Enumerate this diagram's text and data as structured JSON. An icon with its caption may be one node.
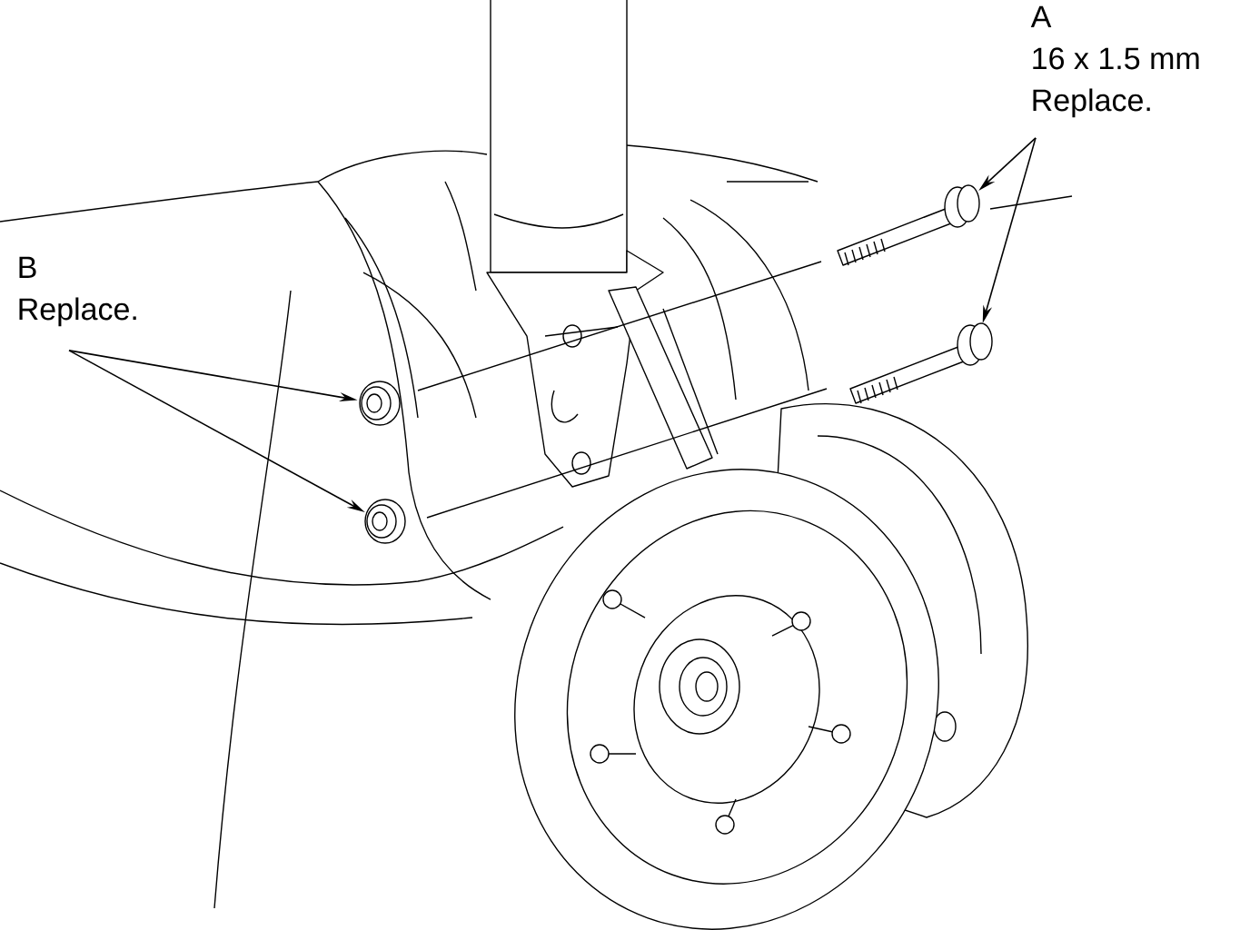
{
  "diagram": {
    "nodes": [
      {
        "text": [
          "A",
          "16 x 1.5 mm",
          "Replace."
        ]
      },
      {
        "text": [],
        "shape": "picture"
      },
      {
        "text": [],
        "shape": "picture"
      },
      {
        "text": [
          "B",
          "Replace."
        ]
      },
      {
        "text": [],
        "shape": "picture"
      },
      {
        "text": [],
        "shape": "picture"
      }
    ],
    "edges": [
      {
        "from": 0,
        "to": 1,
        "arrow": "to"
      },
      {
        "from": 0,
        "to": 2,
        "arrow": "to"
      },
      {
        "from": 3,
        "to": 4,
        "arrow": "to"
      },
      {
        "from": 3,
        "to": 5,
        "arrow": "to"
      }
    ]
  }
}
